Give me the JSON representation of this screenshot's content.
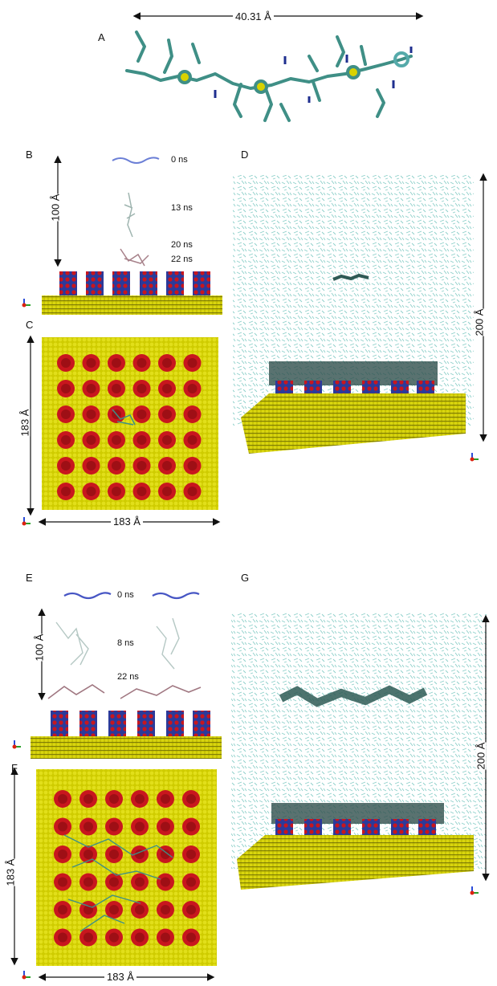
{
  "panels": {
    "A": {
      "letter": "A",
      "length": "40.31 Å"
    },
    "B": {
      "letter": "B",
      "height": "100 Å",
      "times": [
        "0 ns",
        "13 ns",
        "20 ns",
        "22 ns"
      ]
    },
    "C": {
      "letter": "C",
      "width": "183 Å",
      "height": "183 Å"
    },
    "D": {
      "letter": "D",
      "height": "200 Å"
    },
    "E": {
      "letter": "E",
      "height": "100 Å",
      "times": [
        "0 ns",
        "8 ns",
        "22 ns"
      ]
    },
    "F": {
      "letter": "F",
      "width": "183 Å",
      "height": "183 Å"
    },
    "G": {
      "letter": "G",
      "height": "200 Å"
    }
  },
  "colors": {
    "substrate": "#d7d200",
    "substrate_dark": "#9b9a10",
    "pillar_red": "#c8161e",
    "pillar_blue": "#2b3a9a",
    "water": "#7fc6c1",
    "polymer": "#3f8f86",
    "polymer_blue": "#4756c4",
    "polymer_pink": "#b98d97"
  }
}
